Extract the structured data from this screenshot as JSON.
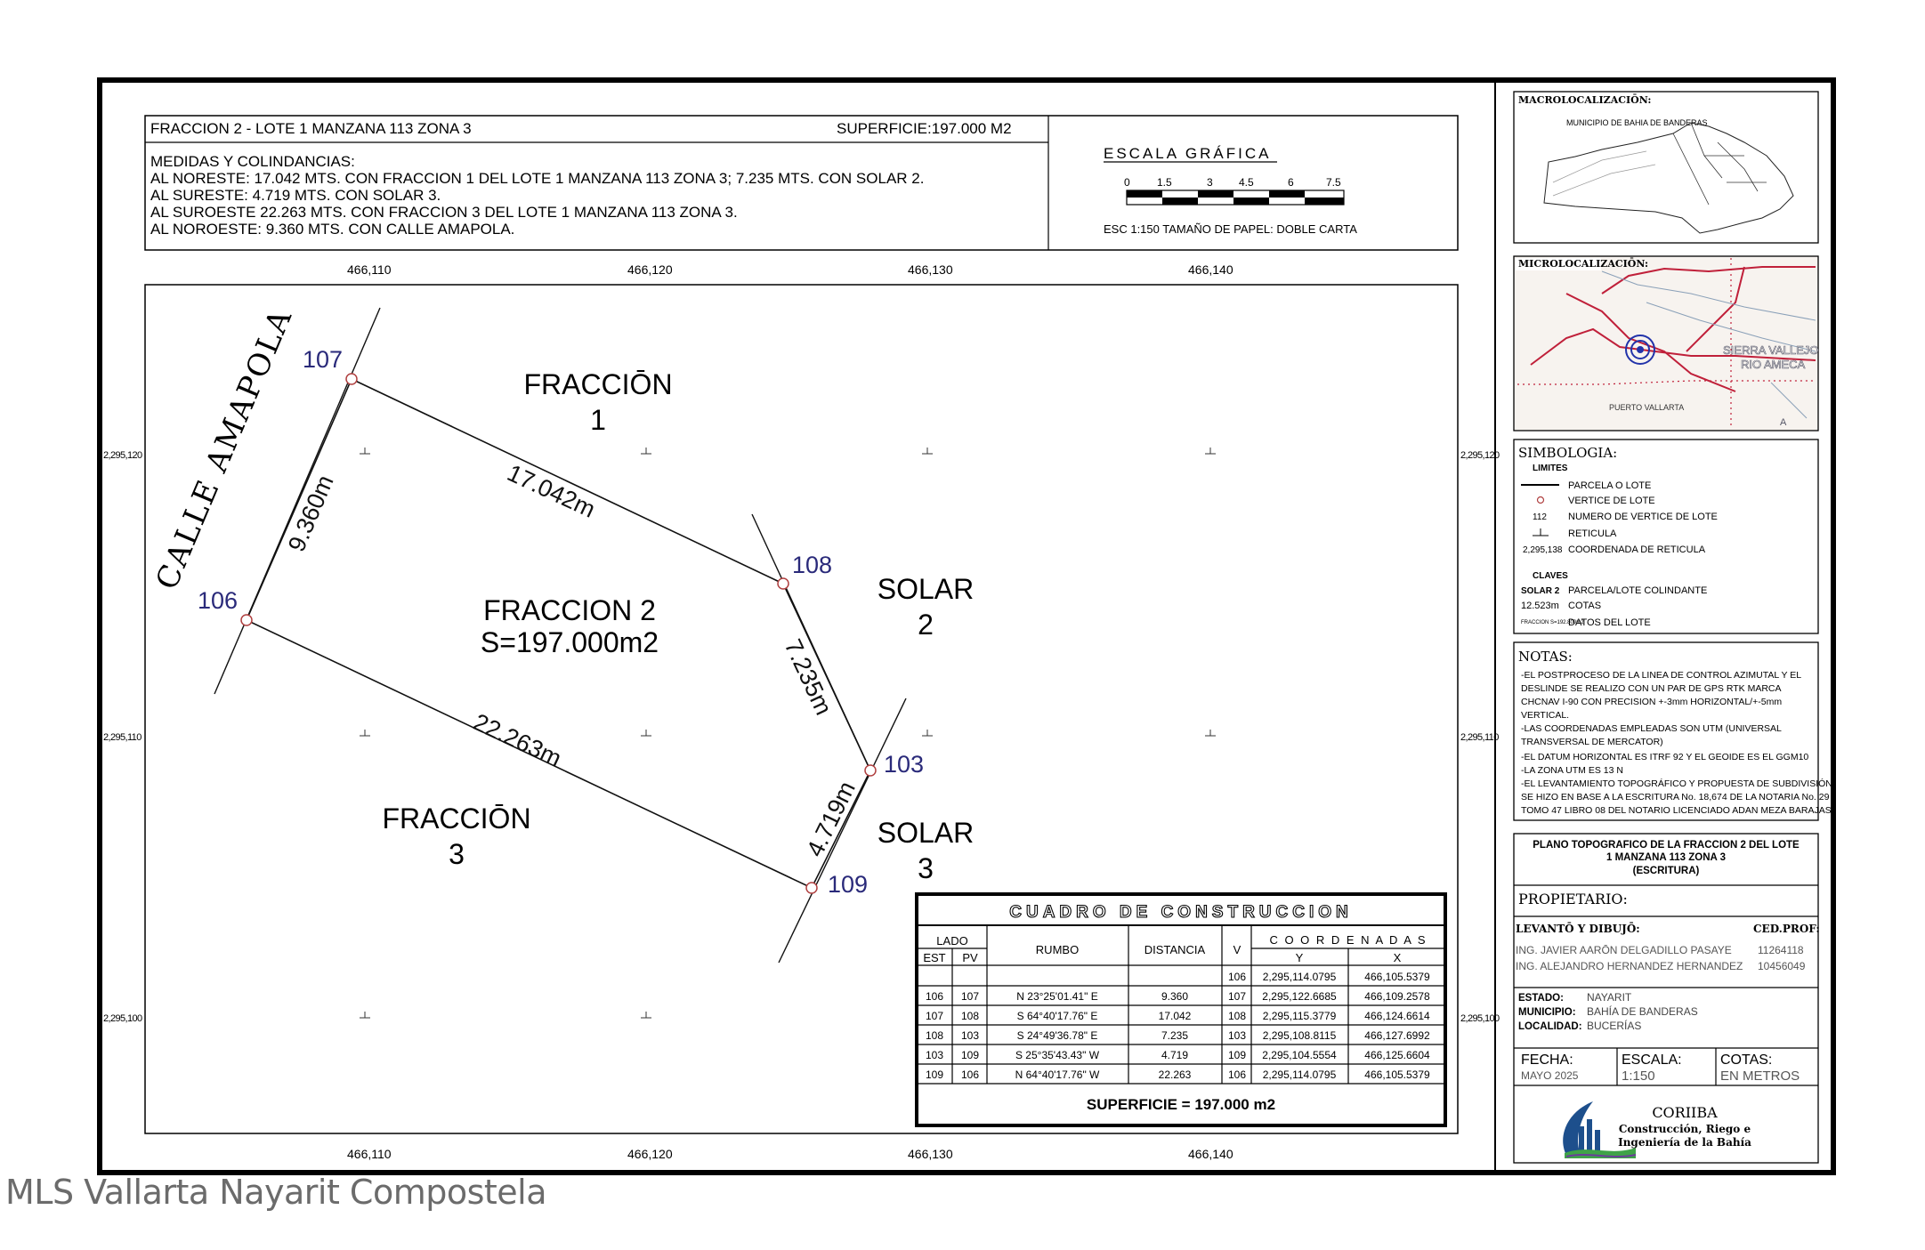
{
  "header": {
    "title": "FRACCION 2 - LOTE 1 MANZANA 113 ZONA 3",
    "superficie": "SUPERFICIE:197.000 M2",
    "medidas_title": "MEDIDAS Y COLINDANCIAS:",
    "medidas": [
      "AL NORESTE:   17.042 MTS. CON FRACCION 1 DEL LOTE 1 MANZANA 113 ZONA 3; 7.235 MTS. CON SOLAR 2.",
      "AL SURESTE:    4.719 MTS. CON SOLAR 3.",
      "AL SUROESTE   22.263 MTS. CON FRACCION 3 DEL LOTE 1 MANZANA 113 ZONA 3.",
      "AL NOROESTE:   9.360 MTS. CON CALLE AMAPOLA."
    ]
  },
  "scale": {
    "title": "ESCALA GRÁFICA",
    "ticks": [
      "0",
      "1.5",
      "3",
      "4.5",
      "6",
      "7.5"
    ],
    "note": "ESC 1:150  TAMAÑO DE PAPEL: DOBLE CARTA"
  },
  "grid": {
    "x_labels": [
      "466,110",
      "466,120",
      "466,130",
      "466,140"
    ],
    "y_labels": [
      "2,295,120",
      "2,295,110",
      "2,295,100"
    ]
  },
  "plan": {
    "street": "CALLE AMAPOLA",
    "fraccion1": [
      "FRACCIŌN",
      "1"
    ],
    "fraccion3": [
      "FRACCIŌN",
      "3"
    ],
    "fraccion2": [
      "FRACCION  2",
      "S=197.000m2"
    ],
    "solar2": [
      "SOLAR",
      "2"
    ],
    "solar3": [
      "SOLAR",
      "3"
    ],
    "vertices": [
      "107",
      "106",
      "108",
      "103",
      "109"
    ],
    "dims": [
      "9.360m",
      "17.042m",
      "7.235m",
      "22.263m",
      "4.719m"
    ]
  },
  "cuadro": {
    "title": "CUADRO DE CONSTRUCCION",
    "h_lado": "LADO",
    "h_est": "EST",
    "h_pv": "PV",
    "h_rumbo": "RUMBO",
    "h_distancia": "DISTANCIA",
    "h_v": "V",
    "h_coord": "C O O R D E N A D A S",
    "h_y": "Y",
    "h_x": "X",
    "first_row": {
      "v": "106",
      "y": "2,295,114.0795",
      "x": "466,105.5379"
    },
    "rows": [
      {
        "est": "106",
        "pv": "107",
        "rumbo": "N  23°25'01.41\"  E",
        "dist": "9.360",
        "v": "107",
        "y": "2,295,122.6685",
        "x": "466,109.2578"
      },
      {
        "est": "107",
        "pv": "108",
        "rumbo": "S  64°40'17.76\"  E",
        "dist": "17.042",
        "v": "108",
        "y": "2,295,115.3779",
        "x": "466,124.6614"
      },
      {
        "est": "108",
        "pv": "103",
        "rumbo": "S  24°49'36.78\"  E",
        "dist": "7.235",
        "v": "103",
        "y": "2,295,108.8115",
        "x": "466,127.6992"
      },
      {
        "est": "103",
        "pv": "109",
        "rumbo": "S  25°35'43.43\"  W",
        "dist": "4.719",
        "v": "109",
        "y": "2,295,104.5554",
        "x": "466,125.6604"
      },
      {
        "est": "109",
        "pv": "106",
        "rumbo": "N  64°40'17.76\"  W",
        "dist": "22.263",
        "v": "106",
        "y": "2,295,114.0795",
        "x": "466,105.5379"
      }
    ],
    "superficie": "SUPERFICIE = 197.000 m2"
  },
  "sidebar": {
    "macro_title": "MACROLOCALIZACIŌN:",
    "macro_sub": "MUNICIPIO DE BAHIA DE BANDERAS",
    "micro_title": "MICROLOCALIZACIŌN:",
    "micro_labels": [
      "SIERRA VALLEJO",
      "RIO AMECA",
      "PUERTO VALLARTA",
      "A"
    ],
    "simbologia_title": "SIMBOLOGIA:",
    "limites": "LIMITES",
    "sym": [
      "PARCELA O LOTE",
      "VERTICE DE LOTE",
      "NUMERO DE VERTICE DE LOTE",
      "RETICULA",
      "COORDENADA DE RETICULA"
    ],
    "sym_112": "112",
    "sym_coord": "2,295,138",
    "claves": "CLAVES",
    "clave1_key": "SOLAR 2",
    "clave1_val": "PARCELA/LOTE COLINDANTE",
    "clave2_key": "12.523m",
    "clave2_val": "COTAS",
    "clave3_key": "FRACCION S=192.800m2",
    "clave3_val": "DATOS DEL LOTE",
    "notas_title": "NOTAS:",
    "notas": [
      "-EL POSTPROCESO DE LA LINEA DE CONTROL AZIMUTAL Y EL",
      "DESLINDE SE REALIZO CON UN PAR DE GPS RTK MARCA",
      "CHCNAV I-90 CON PRECISION +-3mm HORIZONTAL/+-5mm",
      "VERTICAL.",
      "-LAS COORDENADAS EMPLEADAS SON UTM (UNIVERSAL",
      "TRANSVERSAL DE MERCATOR)",
      "-EL DATUM HORIZONTAL ES ITRF 92 Y EL GEOIDE ES EL GGM10",
      "-LA ZONA UTM ES 13 N",
      "-EL LEVANTAMIENTO TOPOGRÁFICO Y PROPUESTA DE SUBDIVISIÓN",
      "SE HIZO EN BASE A LA ESCRITURA No. 18,674 DE LA NOTARIA No. 29",
      "TOMO 47 LIBRO 08 DEL NOTARIO LICENCIADO ADAN MEZA BARAJAS."
    ],
    "plano_title": [
      "PLANO TOPOGRAFICO DE LA FRACCION 2 DEL LOTE",
      "1 MANZANA 113 ZONA 3",
      "(ESCRITURA)"
    ],
    "propietario": "PROPIETARIO:",
    "levanto": "LEVANTŌ Y DIBUJŌ:",
    "cedprof": "CED.PROF:",
    "persons": [
      {
        "name": "ING. JAVIER AARŌN DELGADILLO PASAYE",
        "ced": "11264118"
      },
      {
        "name": "ING. ALEJANDRO HERNANDEZ HERNANDEZ",
        "ced": "10456049"
      }
    ],
    "estado_k": "ESTADO:",
    "estado_v": "NAYARIT",
    "municipio_k": "MUNICIPIO:",
    "municipio_v": "BAHÍA DE BANDERAS",
    "localidad_k": "LOCALIDAD:",
    "localidad_v": "BUCERÍAS",
    "fecha_k": "FECHA:",
    "fecha_v": "MAYO 2025",
    "escala_k": "ESCALA:",
    "escala_v": "1:150",
    "cotas_k": "COTAS:",
    "cotas_v": "EN METROS",
    "company": "CORIIBA",
    "company_sub": [
      "Construcción, Riego e",
      "Ingeniería de la Bahía"
    ]
  },
  "watermark": "MLS Vallarta Nayarit Compostela",
  "colors": {
    "ink": "#111111",
    "vertex": "#b04040",
    "vertex_label": "#2a2a7a",
    "red_map": "#c0203a",
    "logo_blue": "#1d4f8c",
    "logo_green": "#3fa348"
  }
}
